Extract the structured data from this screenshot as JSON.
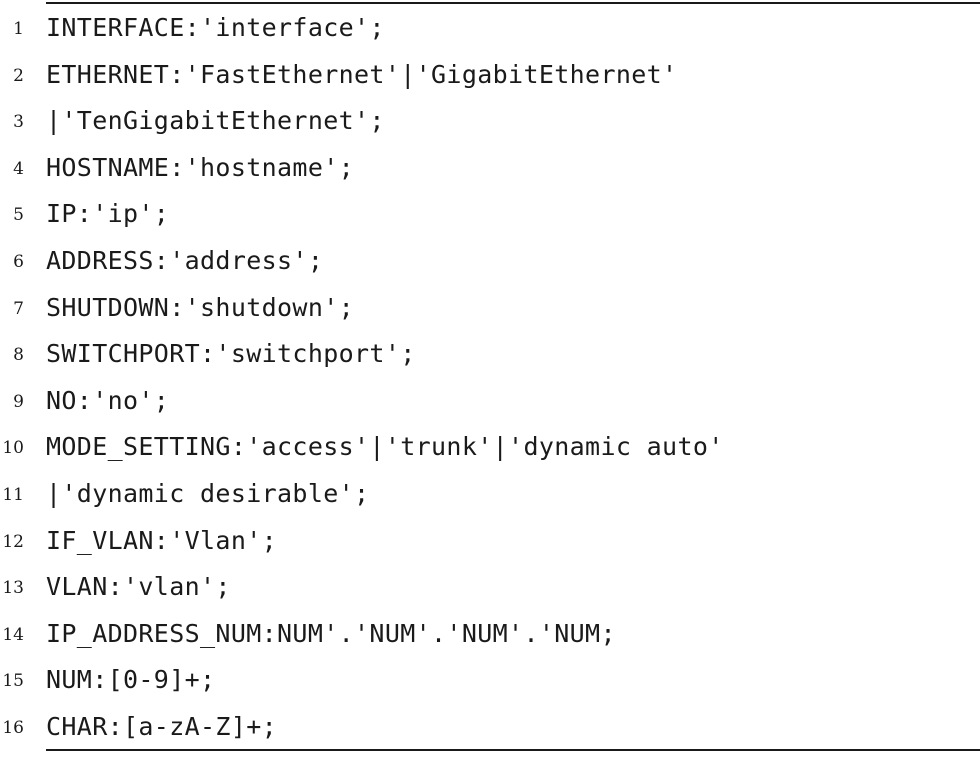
{
  "listing": {
    "lines": [
      {
        "num": "1",
        "code": "INTERFACE:'interface';"
      },
      {
        "num": "2",
        "code": "ETHERNET:'FastEthernet'|'GigabitEthernet'"
      },
      {
        "num": "3",
        "code": "|'TenGigabitEthernet';"
      },
      {
        "num": "4",
        "code": "HOSTNAME:'hostname';"
      },
      {
        "num": "5",
        "code": "IP:'ip';"
      },
      {
        "num": "6",
        "code": "ADDRESS:'address';"
      },
      {
        "num": "7",
        "code": "SHUTDOWN:'shutdown';"
      },
      {
        "num": "8",
        "code": "SWITCHPORT:'switchport';"
      },
      {
        "num": "9",
        "code": "NO:'no';"
      },
      {
        "num": "10",
        "code": "MODE_SETTING:'access'|'trunk'|'dynamic auto'"
      },
      {
        "num": "11",
        "code": "|'dynamic desirable';"
      },
      {
        "num": "12",
        "code": "IF_VLAN:'Vlan';"
      },
      {
        "num": "13",
        "code": "VLAN:'vlan';"
      },
      {
        "num": "14",
        "code": "IP_ADDRESS_NUM:NUM'.'NUM'.'NUM'.'NUM;"
      },
      {
        "num": "15",
        "code": "NUM:[0-9]+;"
      },
      {
        "num": "16",
        "code": "CHAR:[a-zA-Z]+;"
      }
    ]
  }
}
